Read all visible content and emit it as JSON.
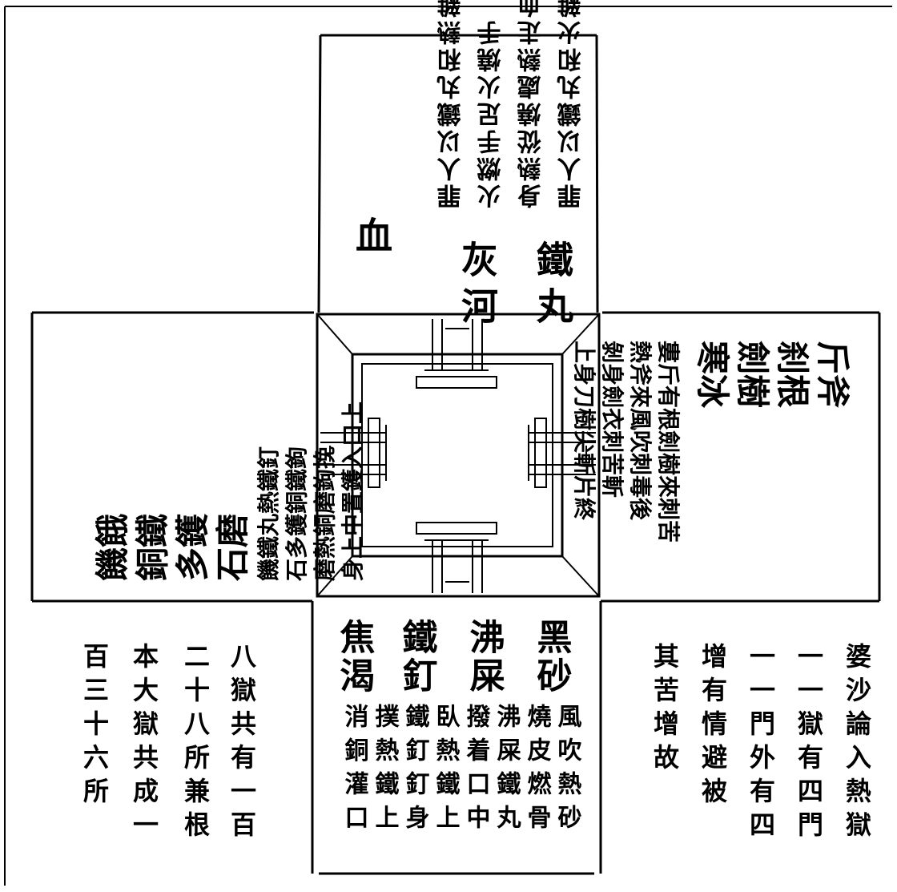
{
  "colors": {
    "ink": "#000000",
    "paper": "#ffffff"
  },
  "north_panel": {
    "title_columns": [
      "鐵丸",
      "灰河",
      "血"
    ],
    "body_columns": [
      "罪人以鐵丸和火雜",
      "身熱從燒處熱走血",
      "火燃手足火燒手",
      "罪人以鐵丸和熱雜"
    ]
  },
  "east_panel": {
    "title_columns": [
      "斤斧",
      "刹根",
      "劍樹",
      "寒冰"
    ],
    "body_columns": [
      "婁斤有根劍樹來刺苦",
      "熱斧來風吹刺毒後",
      "剝身劍衣刺苦斬",
      "上身刀樹尖斬片終"
    ]
  },
  "south_panel": {
    "title_columns": [
      "黑砂",
      "沸屎",
      "鐵釘",
      "焦渴"
    ],
    "body_columns": [
      "風吹熱砂",
      "燒皮燃骨",
      "沸屎鐵丸",
      "撥着口中",
      "臥熱鐵上",
      "鐵釘釘身",
      "撲熱鐵上",
      "消銅灌口"
    ]
  },
  "west_panel": {
    "title_columns": [
      "饑餓",
      "銅鐵",
      "多鑊",
      "石磨"
    ],
    "body_columns": [
      "饑鐵丸熱鐵釘",
      "石多鑊銅鐵鉤",
      "磨熱銅磨鉤挽",
      "身上中置鑊入口上"
    ]
  },
  "left_note": {
    "columns": [
      "八獄共有一百",
      "二十八所兼根",
      "本大獄共成一",
      "百三十六所"
    ]
  },
  "right_note": {
    "columns": [
      "婆沙論入熱獄",
      "一一獄有四門",
      "一一門外有四",
      "增有情避被",
      "其苦增故"
    ]
  }
}
